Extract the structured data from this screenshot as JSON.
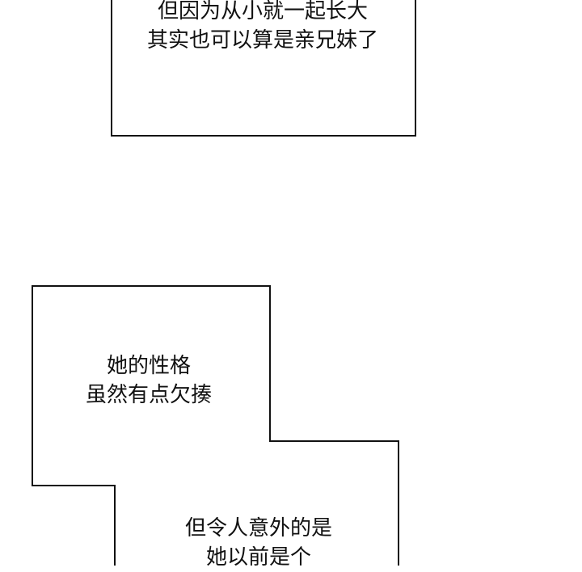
{
  "panels": [
    {
      "lines": [
        "但因为从小就一起长大",
        "其实也可以算是亲兄妹了"
      ]
    },
    {
      "lines": [
        "她的性格",
        "虽然有点欠揍"
      ]
    },
    {
      "lines": [
        "但令人意外的是",
        "她以前是个"
      ]
    }
  ]
}
